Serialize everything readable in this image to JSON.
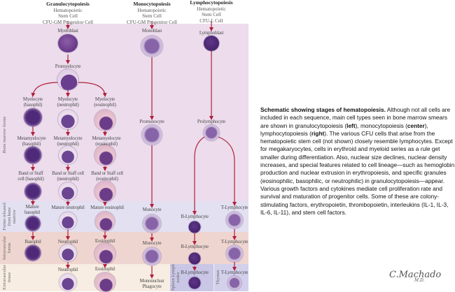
{
  "columns": {
    "granulo": {
      "title": "Granulocytopoiesis",
      "sub": [
        "Hematopoietic",
        "Stem Cell",
        "CFU-GM Progenitor Cell"
      ]
    },
    "mono": {
      "title": "Monocytopoiesis",
      "sub": [
        "Hematopoietic",
        "Stem Cell",
        "CFU-GM Progenitor Cell"
      ]
    },
    "lympho": {
      "title": "Lymphocytopoiesis",
      "sub": [
        "Hematopoietic",
        "Stem Cell",
        "CFU-L Cell"
      ]
    }
  },
  "zones": {
    "bone_marrow": "Bone marrow forms",
    "released": "Forms released from bone marrow",
    "intravascular": "Intravascular forms",
    "extravascular": "Extravascular tissue",
    "spleen": "Spleen Lymph nodes",
    "thymus": "Thymus"
  },
  "labels": {
    "myeloblast": "Myeloblast",
    "promyelocyte": "Promyelocyte",
    "myelocyte_b": [
      "Myelocyte",
      "(basophil)"
    ],
    "myelocyte_n": [
      "Myelocyte",
      "(neutrophil)"
    ],
    "myelocyte_e": [
      "Myelocyte",
      "(eosinophil)"
    ],
    "meta_b": [
      "Metamyelocyte",
      "(basophil)"
    ],
    "meta_n": [
      "Metamyelocyte",
      "(neutrophil)"
    ],
    "meta_e": [
      "Metamyelocyte",
      "(eosinophil)"
    ],
    "band_b": [
      "Band or Staff",
      "cell (basophil)"
    ],
    "band_n": [
      "Band or Staff cell",
      "(neutrophil)"
    ],
    "band_e": [
      "Band or Staff cell",
      "(eosinophil)"
    ],
    "mature_b": [
      "Mature",
      "basophil"
    ],
    "mature_n": "Mature neutrophil",
    "mature_e": "Mature eosinophil",
    "basophil": "Basophil",
    "neutrophil": "Neutrophil",
    "eosinophil": "Eosinophil",
    "neutrophil_tissue": "Neutrophil",
    "eosinophil_tissue": "Eosinophil",
    "monoblast": "Monoblast",
    "promonocyte": "Promonocyte",
    "monocyte": "Monocyte",
    "monocyte_iv": "Monocyte",
    "phagocyte": [
      "Mononuclear",
      "Phagocyte"
    ],
    "lymphoblast": "Lymphoblast",
    "prolymphocyte": "Prolymphocyte",
    "b_lymph": "B-Lymphocyte",
    "b_lymph_iv": "B-Lymphocyte",
    "b_lymph_tissue": "B-Lymphocyte",
    "t_lymph": "T-Lymphocyte",
    "t_lymph_iv": "T-Lymphocyte",
    "t_lymph_tissue": "T-Lymphocyte"
  },
  "caption": {
    "heading": "Schematic showing stages of hematopoiesis.",
    "t1": " Although not all cells are included in each sequence, main cell types seen in bone marrow smears are shown in granulocytopoiesis (",
    "b1": "left",
    "t2": "), monocytopoiesis (",
    "b2": "center",
    "t3": "), lymphocytopoiesis (",
    "b3": "right",
    "t4": "). The various CFU cells that arise from the hematopoietic stem cell (not shown) closely resemble lymphocytes. Except for megakaryocytes, cells in erythroid and myeloid series as a rule get smaller during differentiation. Also, nuclear size declines, nuclear density increases, and special features related to cell lineage—such as hemoglobin production and nuclear extrusion in erythropoiesis, and specific granules (eosinophilic, basophilic, or neutrophilic) in granulocytopoiesis—appear. Various growth factors and cytokines mediate cell proliferation rate and survival and maturation of progenitor cells. Some of these are colony-stimulating factors, erythropoietin, thrombopoietin, interleukins (IL-1, IL-3, IL-6, IL-11), and stem cell factors."
  },
  "signature": {
    "name": "C.Machado",
    "suffix": "M.D."
  },
  "colors": {
    "arrow": "#b0203a",
    "marrow": "#ecdcec",
    "released": "#e2e0f1",
    "intravascular": "#efd5d0",
    "extravascular": "#f8ede2",
    "lymphoid": "#c9c6e6"
  }
}
